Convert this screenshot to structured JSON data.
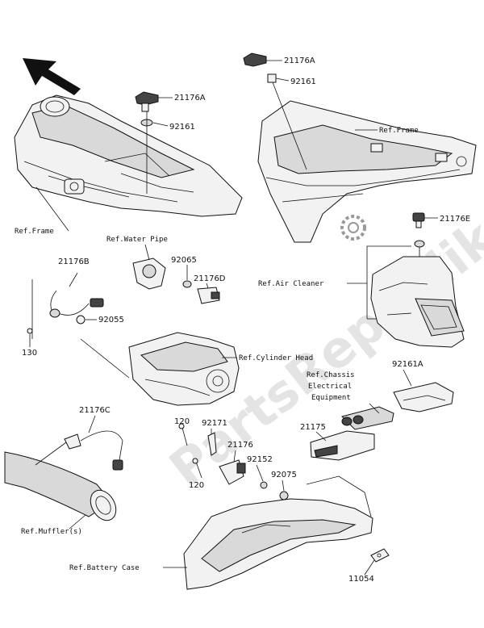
{
  "watermark": {
    "text": "PartsRepublik"
  },
  "parts": {
    "p21176A_left": "21176A",
    "p92161_left": "92161",
    "p21176A_right": "21176A",
    "p92161_right": "92161",
    "p21176E": "21176E",
    "p21176B": "21176B",
    "p92065": "92065",
    "p21176D": "21176D",
    "p92055": "92055",
    "p130": "130",
    "p92161A": "92161A",
    "p21175": "21175",
    "p21176C": "21176C",
    "p120_top": "120",
    "p92171": "92171",
    "p21176": "21176",
    "p92152": "92152",
    "p92075": "92075",
    "p120_bottom": "120",
    "p11054": "11054"
  },
  "refs": {
    "frame_left": "Ref.Frame",
    "water_pipe": "Ref.Water Pipe",
    "frame_right": "Ref.Frame",
    "air_cleaner": "Ref.Air Cleaner",
    "cylinder_head": "Ref.Cylinder Head",
    "chassis_1": "Ref.Chassis",
    "chassis_2": "Electrical",
    "chassis_3": "Equipment",
    "muffler": "Ref.Muffler(s)",
    "battery_case": "Ref.Battery Case"
  },
  "icons": [
    "front-direction-arrow-icon",
    "gear-logo-icon"
  ]
}
